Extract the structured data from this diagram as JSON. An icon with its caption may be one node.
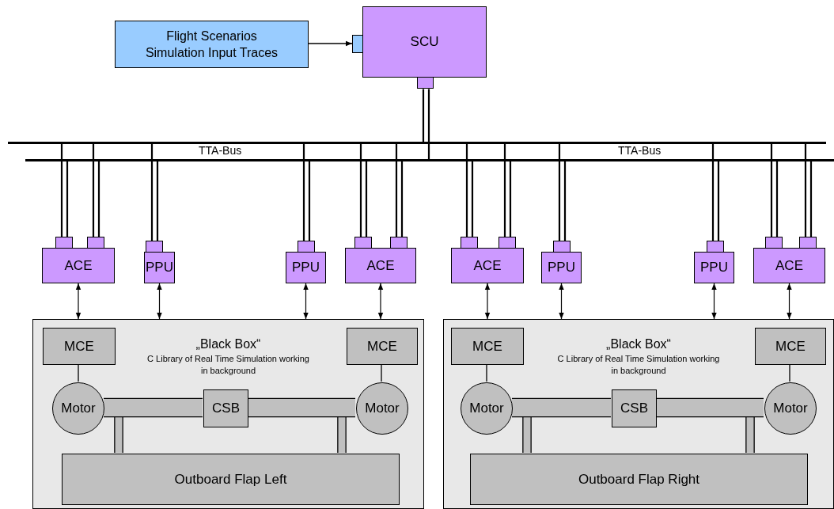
{
  "diagram": {
    "nodes": [
      {
        "text": [
          "Flight Scenarios Simulation Input Traces"
        ]
      },
      {
        "text": [
          "SCU"
        ]
      },
      {
        "text": [],
        "shape": "bar"
      },
      {
        "text": [],
        "shape": "bar"
      },
      {
        "text": [
          "ACE"
        ]
      },
      {
        "text": [
          "PPU"
        ]
      },
      {
        "text": [
          "PPU"
        ]
      },
      {
        "text": [
          "ACE"
        ]
      },
      {
        "text": [
          "ACE"
        ]
      },
      {
        "text": [
          "PPU"
        ]
      },
      {
        "text": [
          "PPU"
        ]
      },
      {
        "text": [
          "ACE"
        ]
      },
      {
        "text": [
          "„Black Box“",
          "C Library of Real Time Simulation working in background"
        ]
      },
      {
        "text": [
          "MCE"
        ],
        "in": 12
      },
      {
        "text": [
          "MCE"
        ],
        "in": 12
      },
      {
        "text": [
          "Motor"
        ],
        "in": 12
      },
      {
        "text": [
          "CSB"
        ],
        "in": 12
      },
      {
        "text": [
          "Motor"
        ],
        "in": 12
      },
      {
        "text": [
          "Outboard Flap Left"
        ],
        "in": 12
      },
      {
        "text": [
          "„Black Box“",
          "C Library of Real Time Simulation working in background"
        ]
      },
      {
        "text": [
          "MCE"
        ],
        "in": 19
      },
      {
        "text": [
          "MCE"
        ],
        "in": 19
      },
      {
        "text": [
          "Motor"
        ],
        "in": 19
      },
      {
        "text": [
          "CSB"
        ],
        "in": 19
      },
      {
        "text": [
          "Motor"
        ],
        "in": 19
      },
      {
        "text": [
          "Outboard Flap Right"
        ],
        "in": 19
      }
    ],
    "edges": [
      {
        "from": 0,
        "to": 1,
        "arrow": "to"
      },
      {
        "from": 1,
        "to": 2,
        "arrow": "none"
      },
      {
        "from": 1,
        "to": 3,
        "arrow": "none"
      },
      {
        "from": 4,
        "to": 2,
        "arrow": "none"
      },
      {
        "from": 4,
        "to": 3,
        "arrow": "none"
      },
      {
        "from": 4,
        "to": 2,
        "arrow": "none"
      },
      {
        "from": 4,
        "to": 3,
        "arrow": "none"
      },
      {
        "from": 5,
        "to": 2,
        "arrow": "none"
      },
      {
        "from": 5,
        "to": 3,
        "arrow": "none"
      },
      {
        "from": 6,
        "to": 2,
        "arrow": "none"
      },
      {
        "from": 6,
        "to": 3,
        "arrow": "none"
      },
      {
        "from": 7,
        "to": 2,
        "arrow": "none"
      },
      {
        "from": 7,
        "to": 3,
        "arrow": "none"
      },
      {
        "from": 7,
        "to": 2,
        "arrow": "none"
      },
      {
        "from": 7,
        "to": 3,
        "arrow": "none"
      },
      {
        "from": 8,
        "to": 2,
        "arrow": "none"
      },
      {
        "from": 8,
        "to": 3,
        "arrow": "none"
      },
      {
        "from": 8,
        "to": 2,
        "arrow": "none"
      },
      {
        "from": 8,
        "to": 3,
        "arrow": "none"
      },
      {
        "from": 9,
        "to": 2,
        "arrow": "none"
      },
      {
        "from": 9,
        "to": 3,
        "arrow": "none"
      },
      {
        "from": 10,
        "to": 2,
        "arrow": "none"
      },
      {
        "from": 10,
        "to": 3,
        "arrow": "none"
      },
      {
        "from": 11,
        "to": 2,
        "arrow": "none"
      },
      {
        "from": 11,
        "to": 3,
        "arrow": "none"
      },
      {
        "from": 11,
        "to": 2,
        "arrow": "none"
      },
      {
        "from": 11,
        "to": 3,
        "arrow": "none"
      },
      {
        "from": 4,
        "to": 12,
        "arrow": "both"
      },
      {
        "from": 5,
        "to": 12,
        "arrow": "both"
      },
      {
        "from": 6,
        "to": 12,
        "arrow": "both"
      },
      {
        "from": 7,
        "to": 12,
        "arrow": "both"
      },
      {
        "from": 8,
        "to": 19,
        "arrow": "both"
      },
      {
        "from": 9,
        "to": 19,
        "arrow": "both"
      },
      {
        "from": 10,
        "to": 19,
        "arrow": "both"
      },
      {
        "from": 11,
        "to": 19,
        "arrow": "both"
      },
      {
        "from": 13,
        "to": 15,
        "arrow": "none"
      },
      {
        "from": 14,
        "to": 17,
        "arrow": "none"
      },
      {
        "from": 15,
        "to": 18,
        "arrow": "none",
        "style": "thick"
      },
      {
        "from": 17,
        "to": 18,
        "arrow": "none",
        "style": "thick"
      },
      {
        "from": 15,
        "to": 16,
        "arrow": "none",
        "style": "thick"
      },
      {
        "from": 16,
        "to": 17,
        "arrow": "none",
        "style": "thick"
      },
      {
        "from": 20,
        "to": 22,
        "arrow": "none"
      },
      {
        "from": 21,
        "to": 24,
        "arrow": "none"
      },
      {
        "from": 22,
        "to": 25,
        "arrow": "none",
        "style": "thick"
      },
      {
        "from": 24,
        "to": 25,
        "arrow": "none",
        "style": "thick"
      },
      {
        "from": 22,
        "to": 23,
        "arrow": "none",
        "style": "thick"
      },
      {
        "from": 23,
        "to": 24,
        "arrow": "none",
        "style": "thick"
      }
    ],
    "labels": [
      "TTA-Bus",
      "TTA-Bus"
    ]
  }
}
